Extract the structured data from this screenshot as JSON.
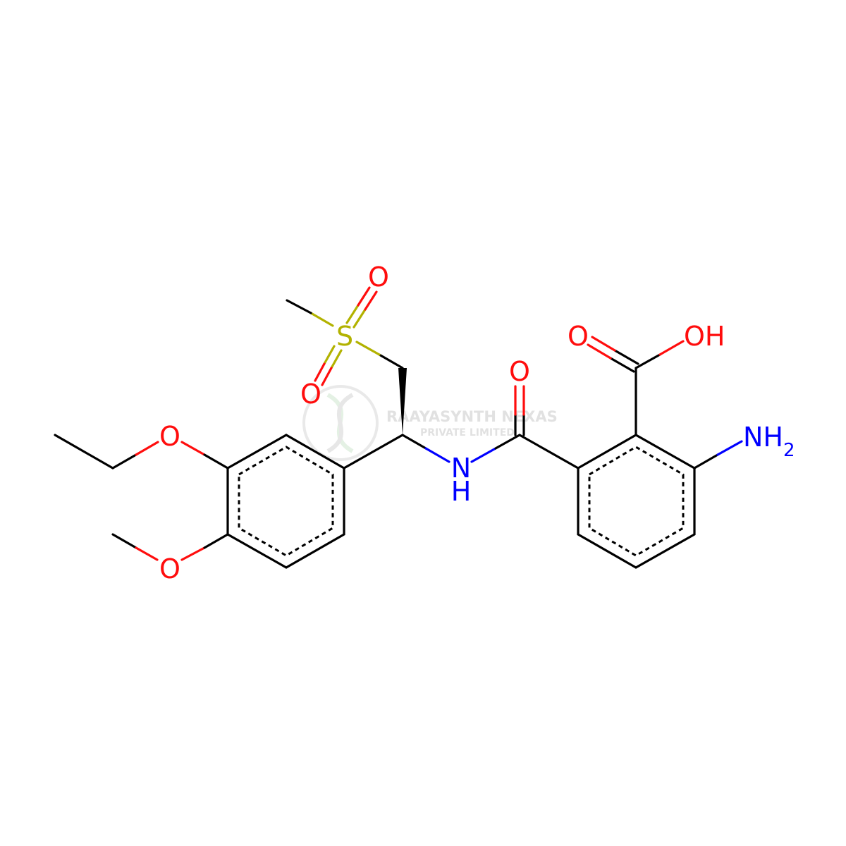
{
  "colors": {
    "carbon": "#000000",
    "oxygen": "#ff0d0d",
    "nitrogen": "#0000ff",
    "sulfur": "#b2b200",
    "watermark": "#c9c9c9",
    "background": "#ffffff"
  },
  "atoms": {
    "o_ethoxy": "O",
    "o_methoxy": "O",
    "s_sulfonyl": "S",
    "o_sulfonyl_top": "O",
    "o_sulfonyl_bottom": "O",
    "n_amide": "N",
    "h_amide": "H",
    "o_amide": "O",
    "o_acid_carbonyl": "O",
    "oh_acid": "OH",
    "nh2_main": "NH",
    "nh2_sub": "2"
  },
  "watermark": {
    "company": "RAAYASYNTH NEXAS",
    "subtitle": "PRIVATE LIMITED",
    "icon": "dna-helix-logo"
  }
}
